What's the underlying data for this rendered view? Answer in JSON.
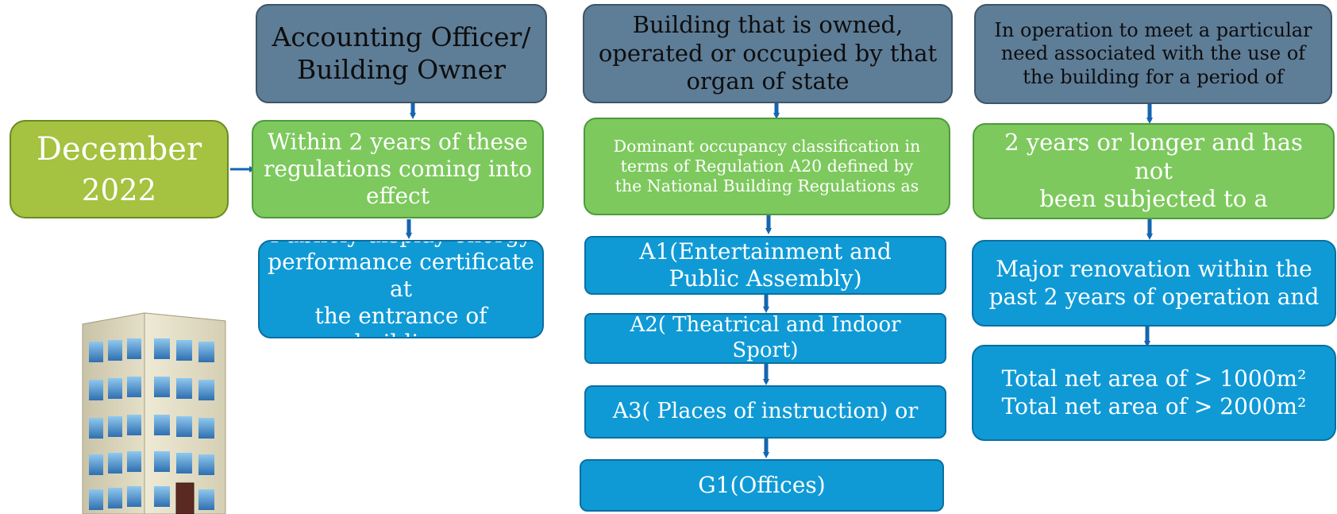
{
  "date_box": {
    "line1": "December",
    "line2": "2022"
  },
  "column1": {
    "header": {
      "line1": "Accounting Officer/",
      "line2": "Building Owner"
    },
    "green": {
      "line1": "Within 2 years of these",
      "line2": "regulations coming into",
      "line3": "effect"
    },
    "blue": {
      "line1": "Publicly display energy",
      "line2": "performance certificate at",
      "line3": "the entrance of building"
    }
  },
  "column2": {
    "header": {
      "line1": "Building that is owned,",
      "line2": "operated or occupied by that",
      "line3": "organ of state"
    },
    "green": {
      "line1": "Dominant occupancy classification  in",
      "line2": "terms of Regulation A20 defined by",
      "line3": "the National Building Regulations as"
    },
    "items": [
      {
        "line1": "A1(Entertainment and",
        "line2": "Public Assembly)"
      },
      {
        "line1": "A2( Theatrical and Indoor",
        "line2": "Sport)"
      },
      {
        "line1": "A3( Places of instruction) or",
        "line2": ""
      },
      {
        "line1": "G1(Offices)",
        "line2": ""
      }
    ]
  },
  "column3": {
    "header": {
      "line1": "In operation to meet a particular",
      "line2": "need associated with the use of",
      "line3": "the building for a period of"
    },
    "green": {
      "line1": "2 years or longer and has not",
      "line2": "been subjected to a"
    },
    "blue1": {
      "line1": "Major renovation within the",
      "line2": "past 2 years of operation and"
    },
    "blue2": {
      "line1": "Total net area of > 1000m²",
      "line2": "Total net area of > 2000m²"
    }
  },
  "colors": {
    "header": "#5e7d97",
    "green": "#7dc95d",
    "olive": "#a5c240",
    "blue": "#0f9ad6",
    "arrow": "#1565b0"
  },
  "icons": {
    "building": "building-icon"
  }
}
